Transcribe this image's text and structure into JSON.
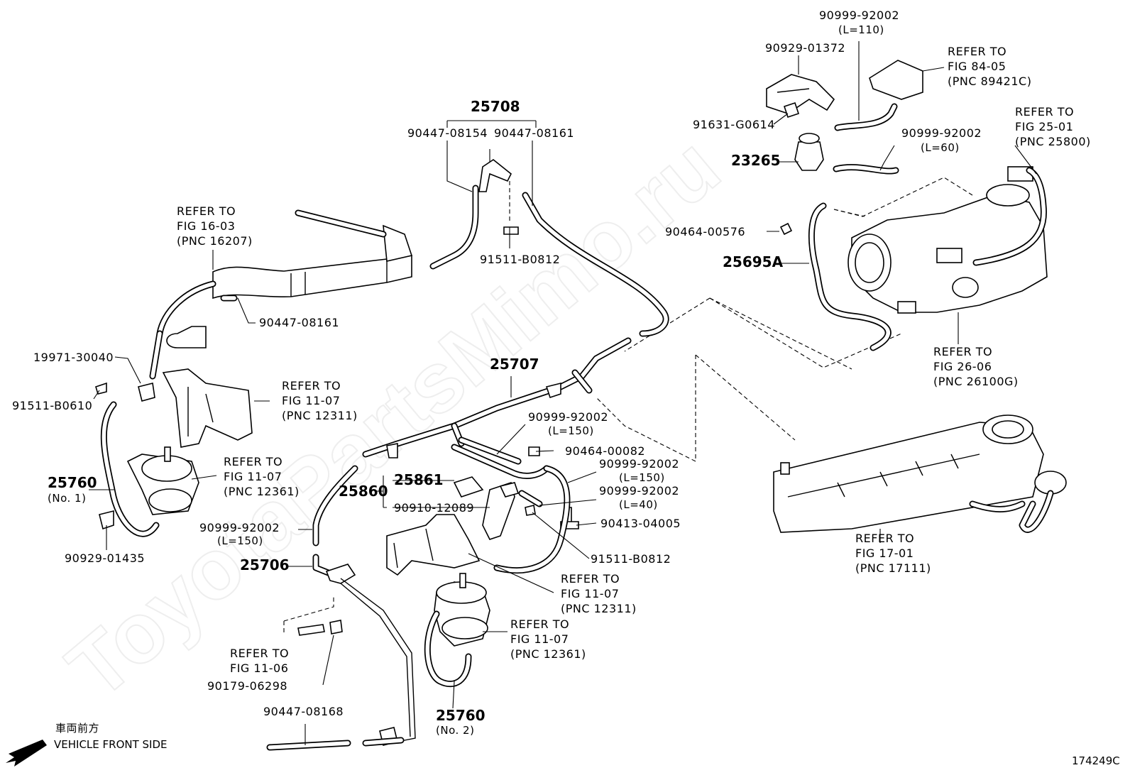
{
  "watermark": "ToyotaPartsMimo.ru",
  "figure_code": "174249C",
  "direction": {
    "japanese": "車両前方",
    "english": "VEHICLE FRONT SIDE"
  },
  "labels": {
    "p25708": "25708",
    "p90447_08154": "90447-08154",
    "p90447_08161_a": "90447-08161",
    "p91511_b0812_a": "91511-B0812",
    "ref_16_03": "REFER TO\nFIG 16-03\n(PNC 16207)",
    "p90447_08161_b": "90447-08161",
    "p19971_30040": "19971-30040",
    "p91511_b0610": "91511-B0610",
    "ref_11_07_a": "REFER TO\nFIG 11-07\n(PNC 12311)",
    "ref_11_07_b": "REFER TO\nFIG 11-07\n(PNC 12361)",
    "p25760_1": "25760",
    "p25760_1_note": "(No. 1)",
    "p90929_01435": "90929-01435",
    "p90999_92002_a": "90999-92002",
    "p90999_92002_a_len": "(L=110)",
    "p90929_01372": "90929-01372",
    "ref_84_05": "REFER TO\nFIG 84-05\n(PNC 89421C)",
    "ref_25_01": "REFER TO\nFIG 25-01\n(PNC 25800)",
    "p91631_g0614": "91631-G0614",
    "p90999_92002_b": "90999-92002",
    "p90999_92002_b_len": "(L=60)",
    "p23265": "23265",
    "p90464_00576": "90464-00576",
    "p25695a": "25695A",
    "ref_26_06": "REFER TO\nFIG 26-06\n(PNC 26100G)",
    "p25707": "25707",
    "p90999_92002_c": "90999-92002",
    "p90999_92002_c_len": "(L=150)",
    "p90464_00082": "90464-00082",
    "p90999_92002_d": "90999-92002",
    "p90999_92002_d_len": "(L=150)",
    "p90999_92002_e": "90999-92002",
    "p90999_92002_e_len": "(L=40)",
    "p90413_04005": "90413-04005",
    "p25861": "25861",
    "p25860": "25860",
    "p90910_12089": "90910-12089",
    "p90999_92002_f": "90999-92002",
    "p90999_92002_f_len": "(L=150)",
    "p91511_b0812_b": "91511-B0812",
    "p25706": "25706",
    "ref_11_07_c": "REFER TO\nFIG 11-07\n(PNC 12311)",
    "ref_11_07_d": "REFER TO\nFIG 11-07\n(PNC 12361)",
    "ref_11_06": "REFER TO\nFIG 11-06",
    "p90179_06298": "90179-06298",
    "p90447_08168": "90447-08168",
    "p25760_2": "25760",
    "p25760_2_note": "(No. 2)",
    "ref_17_01": "REFER TO\nFIG 17-01\n(PNC 17111)"
  }
}
